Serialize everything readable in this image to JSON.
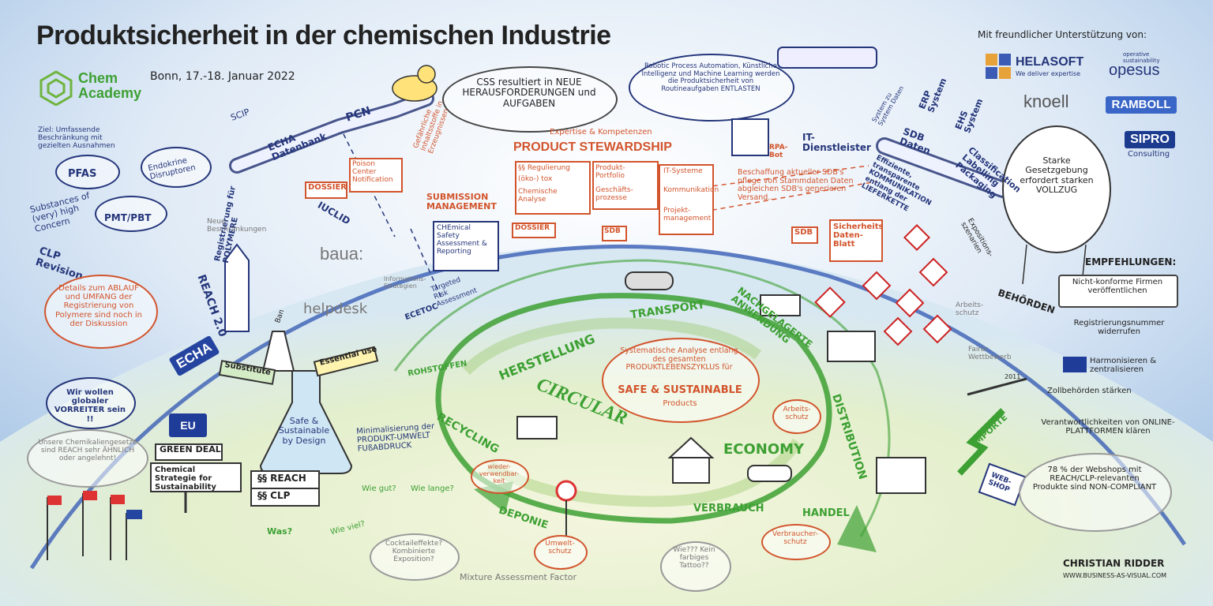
{
  "title": "Produktsicherheit in der chemischen Industrie",
  "event": "Bonn, 17.-18. Januar 2022",
  "organizer": {
    "line1": "Chem",
    "line2": "Academy"
  },
  "sponsors": {
    "label": "Mit freundlicher Unterstützung von:",
    "helasoft": "HELASOFT",
    "helasoft_tag": "We deliver expertise",
    "opesus_tag": "operative sustainability",
    "opesus": "opesus",
    "knoell": "knoell",
    "ramboll": "RAMBOLL",
    "sipro": "SIPRO",
    "sipro_tag": "Consulting"
  },
  "left": {
    "ziel": "Ziel: Umfassende Beschränkung mit gezielten Ausnahmen",
    "pfas": "PFAS",
    "endokrine": "Endokrine Disruptoren",
    "svhc": "Substances of (very) high Concern",
    "pmt": "PMT/PBT",
    "clp_revision": "CLP Revision",
    "registrierung_polymere": "Registrierung für POLYMERE",
    "reach20": "REACH 2.0",
    "details": "Details zum ABLAUF und UMFANG der Registrierung von Polymere sind noch in der Diskussion",
    "echa_block": "ECHA",
    "vorreiter": "Wir wollen globaler VORREITER sein !!",
    "eu": "EU",
    "green_deal": "GREEN DEAL",
    "chemikaliengesetze": "Unsere Chemikaliengesetze sind REACH sehr ÄHNLICH oder angelehnt!",
    "chemical_strategy": "Chemical Strategie for Sustainability",
    "beschraenkungen": "Neue Beschränkungen"
  },
  "center_top": {
    "scip": "SCIP",
    "echa_db": "ECHA Datenbank",
    "pcn": "PCN",
    "css": "CSS resultiert in NEUE HERAUSFORDERUNGEN und AUFGABEN",
    "dossier": "DOSSIER",
    "poison": "Poison Center Notification",
    "iuclid": "IUCLID",
    "gefaehrliche": "Gefährliche Inhaltsstoffe in Erzeugnissen",
    "submission": "SUBMISSION MANAGEMENT",
    "chesar": "CHEmical Safety Assessment & Reporting",
    "baua": "baua:",
    "helpdesk": "helpdesk",
    "informations": "Informations-Strategien",
    "targeted": "Targeted Risk Assessment",
    "ecetoc": "ECETOC",
    "expertise": "Expertise & Kompetenzen",
    "product_stewardship": "PRODUCT STEWARDSHIP",
    "ps_items": [
      "§§ Regulierung",
      "(öko-) tox",
      "Chemische Analyse",
      "Produkt-Portfolio",
      "Geschäfts-prozesse",
      "IT-Systeme",
      "Kommunikation",
      "Projekt-management"
    ],
    "dossier2": "DOSSIER",
    "sdb_small": "SDB"
  },
  "right_top": {
    "rpa": "Robotic Process Automation, Künstliche Intelligenz und Machine Learning werden die Produktsicherheit von Routineaufgaben ENTLASTEN",
    "rpa_bot": "RPA-Bot",
    "it_dienstleister": "IT-Dienstleister",
    "system_zu_system": "System zu System Daten",
    "erp": "ERP System",
    "ehs": "EHS System",
    "sdb_daten": "SDB Daten",
    "clp": "Classification Labelling Packaging",
    "beschaffung": "Beschaffung aktueller SDB's pflege von Stammdaten Daten abgleichen SDB's generieren Versand...",
    "effiziente": "Effiziente, transparente KOMMUNIKATION entlang der LIEFERKETTE",
    "sdb_label": "SDB",
    "sicherheits": "Sicherheits Daten-Blatt",
    "expositions": "Expositions-szenarien",
    "arbeitsschutz": "Arbeits-schutz",
    "starke": "Starke Gesetzgebung erfordert starken VOLLZUG",
    "behoerden": "BEHÖRDEN"
  },
  "recommendations": {
    "heading": "EMPFEHLUNGEN:",
    "items": [
      "Nicht-konforme Firmen veröffentlichen",
      "Registrierungsnummer widerrufen",
      "Harmonisieren & zentralisieren",
      "Zollbehörden stärken",
      "Verantwortlichkeiten von ONLINE-PLATTFORMEN klären"
    ],
    "webshops": "78 % der Webshops mit REACH/CLP-relevanten Produkte sind NON-COMPLIANT",
    "fairer": "Fairer Wettbewerb",
    "year": "2011",
    "importe": "IMPORTE",
    "webshop": "WEB-SHOP"
  },
  "cycle": {
    "circular": "CIRCULAR",
    "economy": "ECONOMY",
    "analysis": "Systematische Analyse entlang des gesamten PRODUKTLEBENSZYKLUS für",
    "safe": "SAFE & SUSTAINABLE",
    "products": "Products",
    "rohstoffen": "ROHSTOFFEN",
    "herstellung": "HERSTELLUNG",
    "transport": "TRANSPORT",
    "nachgelagerte": "NACHGELAGERTE ANWENDUNG",
    "distribution": "DISTRIBUTION",
    "handel": "HANDEL",
    "verbrauch": "VERBRAUCH",
    "deponie": "DEPONIE",
    "recycling": "RECYCLING",
    "arbeitsschutz": "Arbeits-schutz",
    "verbraucherschutz": "Verbraucher-schutz",
    "umweltschutz": "Umwelt-schutz",
    "wiederverwendbar": "wieder-verwendbar-keit"
  },
  "bottom_left": {
    "essential_use": "Essential use",
    "substitute": "Substitute",
    "ban": "Ban",
    "ssbd": "Safe & Sustainable by Design",
    "minimalisierung": "Minimalisierung der PRODUKT-UMWELT FUßABDRUCK",
    "reach_book": "§§ REACH",
    "clp_book": "§§ CLP",
    "wie_gut": "Wie gut?",
    "wie_lange": "Wie lange?",
    "was": "Was?",
    "wie_viel": "Wie viel?",
    "cocktail": "Cocktaileffekte? Kombinierte Exposition?",
    "mixture": "Mixture Assessment Factor",
    "tattoo": "Wie??? Kein farbiges Tattoo??"
  },
  "artist": {
    "name": "CHRISTIAN RIDDER",
    "url": "WWW.BUSINESS-AS-VISUAL.COM"
  },
  "colors": {
    "orange": "#d2542c",
    "green": "#3da033",
    "navy": "#24357a",
    "sky": "#b9d3ee"
  }
}
